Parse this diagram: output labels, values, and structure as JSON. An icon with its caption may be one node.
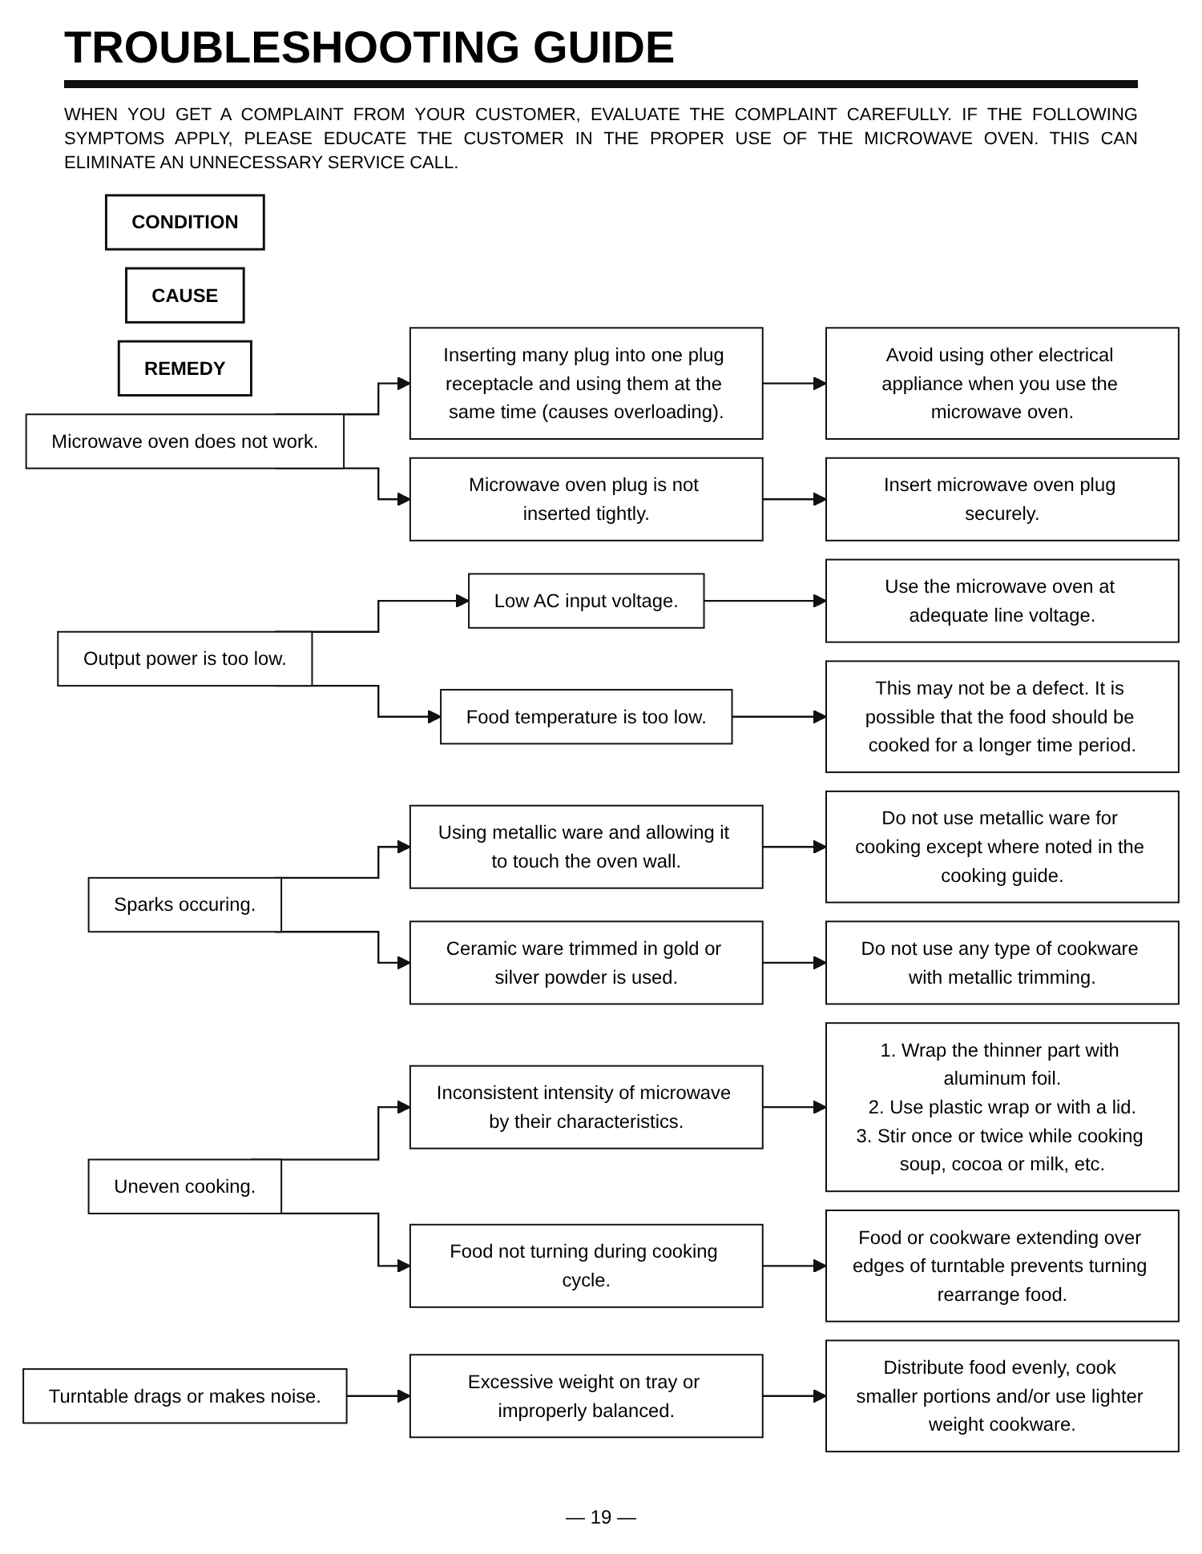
{
  "diagram": {
    "title": "TROUBLESHOOTING GUIDE",
    "nodes": [
      {
        "text": [
          "CONDITION"
        ]
      },
      {
        "text": [
          "CAUSE"
        ]
      },
      {
        "text": [
          "REMEDY"
        ]
      },
      {
        "text": [
          "Microwave oven does not work."
        ]
      },
      {
        "text": [
          "Inserting many plug into one plug receptacle and using them at the same time (causes overloading)."
        ]
      },
      {
        "text": [
          "Avoid using other electrical appliance when you use the microwave oven."
        ]
      },
      {
        "text": [
          "Microwave oven plug is not inserted tightly."
        ]
      },
      {
        "text": [
          "Insert microwave oven plug securely."
        ]
      },
      {
        "text": [
          "Output power is too low."
        ]
      },
      {
        "text": [
          "Low AC input voltage."
        ]
      },
      {
        "text": [
          "Use the microwave oven at adequate line voltage."
        ]
      },
      {
        "text": [
          "Food temperature is too low."
        ]
      },
      {
        "text": [
          "This may not be a defect. It is possible that the food should be cooked for a longer time period."
        ]
      },
      {
        "text": [
          "Sparks occuring."
        ]
      },
      {
        "text": [
          "Using metallic ware and allowing it to touch the oven wall."
        ]
      },
      {
        "text": [
          "Do not use metallic ware for cooking except where noted in the cooking guide."
        ]
      },
      {
        "text": [
          "Ceramic ware trimmed in gold or silver powder is used."
        ]
      },
      {
        "text": [
          "Do not use any type of cookware with metallic trimming."
        ]
      },
      {
        "text": [
          "Uneven cooking."
        ]
      },
      {
        "text": [
          "Inconsistent intensity of microwave by their characteristics."
        ]
      },
      {
        "text": [
          "1. Wrap the thinner part with aluminum foil.",
          "2. Use plastic wrap or with a lid.",
          "3. Stir once or twice while cooking soup, cocoa or milk, etc."
        ]
      },
      {
        "text": [
          "Food not turning during cooking cycle."
        ]
      },
      {
        "text": [
          "Food or cookware extending over edges of turntable prevents turning rearrange food."
        ]
      },
      {
        "text": [
          "Turntable drags or makes noise."
        ]
      },
      {
        "text": [
          "Excessive weight on tray or improperly balanced."
        ]
      },
      {
        "text": [
          "Distribute food evenly, cook smaller portions and/or use lighter weight cookware."
        ]
      }
    ],
    "edges": [
      {
        "from": 3,
        "to": 4,
        "arrow": "to"
      },
      {
        "from": 3,
        "to": 6,
        "arrow": "to"
      },
      {
        "from": 4,
        "to": 5,
        "arrow": "to"
      },
      {
        "from": 6,
        "to": 7,
        "arrow": "to"
      },
      {
        "from": 8,
        "to": 9,
        "arrow": "to"
      },
      {
        "from": 8,
        "to": 11,
        "arrow": "to"
      },
      {
        "from": 9,
        "to": 10,
        "arrow": "to"
      },
      {
        "from": 11,
        "to": 12,
        "arrow": "to"
      },
      {
        "from": 13,
        "to": 14,
        "arrow": "to"
      },
      {
        "from": 13,
        "to": 16,
        "arrow": "to"
      },
      {
        "from": 14,
        "to": 15,
        "arrow": "to"
      },
      {
        "from": 16,
        "to": 17,
        "arrow": "to"
      },
      {
        "from": 18,
        "to": 19,
        "arrow": "to"
      },
      {
        "from": 18,
        "to": 21,
        "arrow": "to"
      },
      {
        "from": 19,
        "to": 20,
        "arrow": "to"
      },
      {
        "from": 21,
        "to": 22,
        "arrow": "to"
      },
      {
        "from": 23,
        "to": 24,
        "arrow": "to"
      },
      {
        "from": 24,
        "to": 25,
        "arrow": "to"
      }
    ],
    "labels": [
      "WHEN YOU GET A COMPLAINT FROM YOUR CUSTOMER, EVALUATE THE COMPLAINT CAREFULLY. IF THE FOLLOWING SYMPTOMS APPLY, PLEASE EDUCATE THE CUSTOMER IN THE PROPER USE OF THE MICROWAVE OVEN. THIS CAN ELIMINATE AN UNNECESSARY SERVICE CALL.",
      "— 19 —"
    ]
  }
}
